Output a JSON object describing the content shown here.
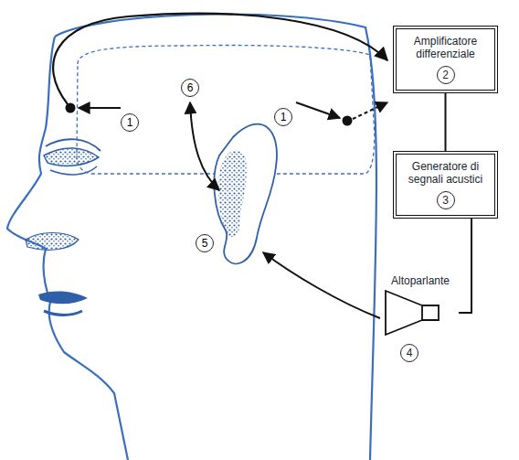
{
  "diagram": {
    "nodes": [
      {
        "text": [
          "Amplificatore differenziale",
          "2"
        ]
      },
      {
        "text": [
          "Generatore di segnali acustici",
          "3"
        ]
      },
      {
        "text": [
          "Altoparlante",
          "4"
        ]
      }
    ],
    "edges": [
      {
        "from": 0,
        "to": 1,
        "arrow": "none"
      },
      {
        "from": 1,
        "to": 2,
        "arrow": "none"
      }
    ],
    "labels": [
      "1",
      "1",
      "6",
      "5"
    ]
  }
}
